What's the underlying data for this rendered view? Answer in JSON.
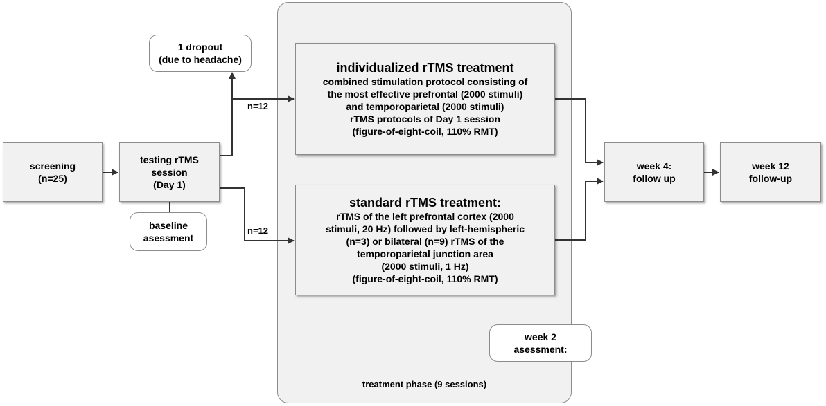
{
  "phase": {
    "label": "treatment phase (9 sessions)"
  },
  "nodes": {
    "screening": "screening\n(n=25)",
    "testing": "testing rTMS\nsession\n(Day 1)",
    "baseline": "baseline\nasessment",
    "dropout": "1 dropout\n(due to headache)",
    "individualized": {
      "title": "individualized rTMS treatment",
      "body": "combined stimulation protocol consisting of\nthe most effective prefrontal (2000 stimuli)\nand temporoparietal (2000 stimuli)\nrTMS protocols of Day 1 session\n(figure-of-eight-coil, 110% RMT)"
    },
    "standard": {
      "title": "standard rTMS treatment:",
      "body": "rTMS of the left prefrontal cortex (2000\nstimuli, 20 Hz) followed by left-hemispheric\n(n=3) or bilateral (n=9) rTMS of the\ntemporoparietal junction area\n(2000 stimuli, 1 Hz)\n(figure-of-eight-coil, 110% RMT)"
    },
    "week2": "week 2\nasessment:",
    "week4": "week 4:\nfollow up",
    "week12": "week 12\nfollow-up"
  },
  "edges": {
    "n_individualized": "n=12",
    "n_standard": "n=12"
  },
  "colors": {
    "box_fill": "#f1f1f1",
    "box_border": "#8c8c8c",
    "line": "#333333"
  }
}
